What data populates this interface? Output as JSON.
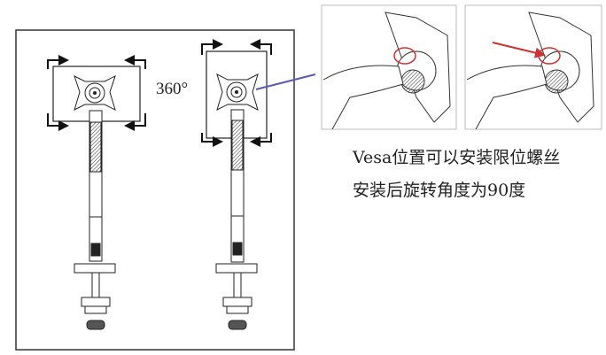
{
  "diagram": {
    "rotation_label": "360°",
    "caption_line1": "Vesa位置可以安装限位螺丝",
    "caption_line2": "安装后旋转角度为90度",
    "colors": {
      "line": "#222222",
      "pointer": "#5a5ab4",
      "highlight": "#d03030",
      "photo_border": "#bbbbbb"
    }
  }
}
